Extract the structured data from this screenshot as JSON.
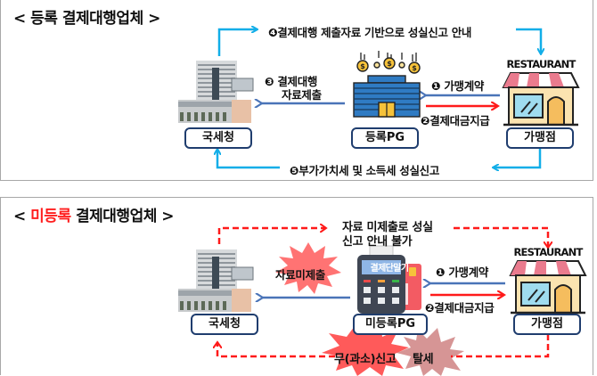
{
  "registered": {
    "title_prefix": "< ",
    "title_main": "등록 결제대행업체",
    "title_suffix": " >",
    "entities": {
      "nts": "국세청",
      "pg": "등록PG",
      "merchant": "가맹점"
    },
    "flows": {
      "step1": "❶ 가맹계약",
      "step2": "❷결제대금지급",
      "step3_line1": "❸ 결제대행",
      "step3_line2": "자료제출",
      "step4": "❹결제대행 제출자료 기반으로 성실신고 안내",
      "step5": "❺부가가치세 및 소득세 성실신고"
    },
    "restaurant_sign": "RESTAURANT"
  },
  "unregistered": {
    "title_prefix": "< ",
    "title_highlight": "미등록",
    "title_rest": " 결제대행업체",
    "title_suffix": " >",
    "entities": {
      "nts": "국세청",
      "pg": "미등록PG",
      "merchant": "가맹점"
    },
    "flows": {
      "step1": "❶ 가맹계약",
      "step2": "❷결제대금지급",
      "no_submit": "자료미제출",
      "no_guide_line1": "자료 미제출로 성실",
      "no_guide_line2": "신고 안내 불가",
      "evasion_a": "무(과소)신고",
      "evasion_b": "탈세"
    },
    "terminal_screen": "결제단말기",
    "restaurant_sign": "RESTAURANT"
  },
  "colors": {
    "cyan_arrow": "#12aee8",
    "blue_arrow": "#4a74b8",
    "red_arrow": "#ff1a1a",
    "box_border": "#1f3d6e",
    "title_red": "#ff1e1e"
  }
}
